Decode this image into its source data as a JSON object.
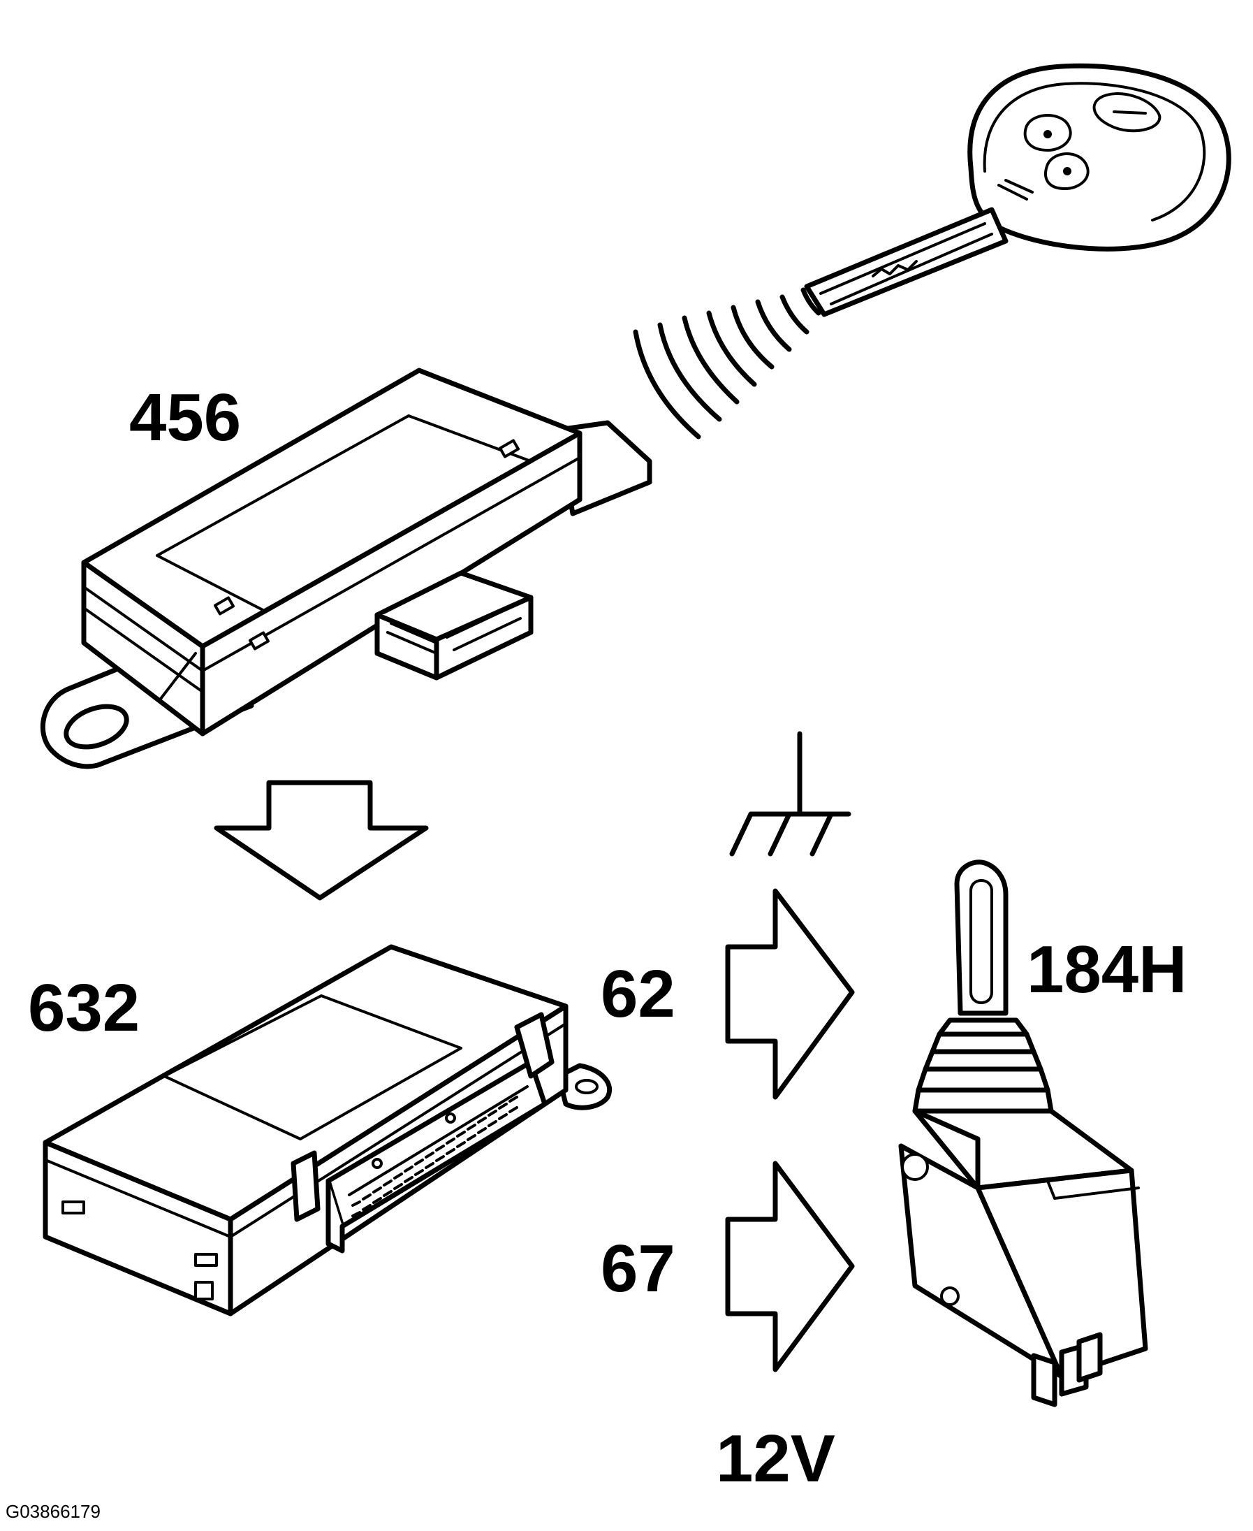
{
  "labels": {
    "module_456": "456",
    "module_632": "632",
    "signal_62": "62",
    "signal_67": "67",
    "actuator_184h": "184H",
    "supply_12v": "12V"
  },
  "figure_id": "G03866179",
  "colors": {
    "line": "#000000",
    "background": "#ffffff"
  },
  "icons": {
    "key": "remote-key-fob-icon",
    "radio_waves": "radio-waves-icon",
    "ground": "ground-symbol-icon",
    "down_arrow": "down-arrow-icon",
    "right_arrow": "right-arrow-icon"
  }
}
